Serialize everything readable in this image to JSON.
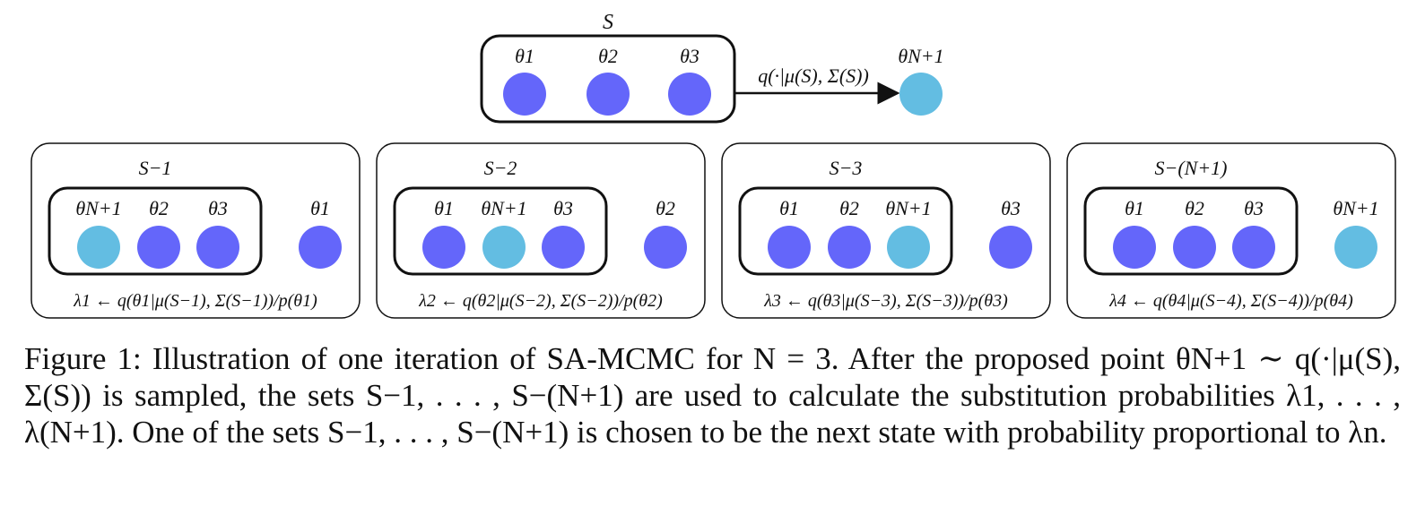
{
  "colors": {
    "dark": "#6466fa",
    "light": "#63bde2",
    "stroke": "#111111"
  },
  "top": {
    "set_label": "S",
    "params": [
      "θ1",
      "θ2",
      "θ3"
    ],
    "proposal_label": "q(·|μ(S), Σ(S))",
    "proposed_label": "θN+1"
  },
  "panels": [
    {
      "set_label": "S−1",
      "inner": [
        "θN+1",
        "θ2",
        "θ3"
      ],
      "inner_colors": [
        "light",
        "dark",
        "dark"
      ],
      "outer": "θ1",
      "outer_color": "dark",
      "formula": "λ1 ← q(θ1|μ(S−1), Σ(S−1))/p(θ1)"
    },
    {
      "set_label": "S−2",
      "inner": [
        "θ1",
        "θN+1",
        "θ3"
      ],
      "inner_colors": [
        "dark",
        "light",
        "dark"
      ],
      "outer": "θ2",
      "outer_color": "dark",
      "formula": "λ2 ← q(θ2|μ(S−2), Σ(S−2))/p(θ2)"
    },
    {
      "set_label": "S−3",
      "inner": [
        "θ1",
        "θ2",
        "θN+1"
      ],
      "inner_colors": [
        "dark",
        "dark",
        "light"
      ],
      "outer": "θ3",
      "outer_color": "dark",
      "formula": "λ3 ← q(θ3|μ(S−3), Σ(S−3))/p(θ3)"
    },
    {
      "set_label": "S−(N+1)",
      "inner": [
        "θ1",
        "θ2",
        "θ3"
      ],
      "inner_colors": [
        "dark",
        "dark",
        "dark"
      ],
      "outer": "θN+1",
      "outer_color": "light",
      "formula": "λ4 ← q(θ4|μ(S−4), Σ(S−4))/p(θ4)"
    }
  ],
  "caption": {
    "text": "Figure 1: Illustration of one iteration of SA-MCMC for N = 3. After the proposed point θN+1 ∼ q(·|μ(S), Σ(S)) is sampled, the sets S−1, . . . , S−(N+1) are used to calculate the substitution probabilities λ1, . . . , λ(N+1). One of the sets S−1, . . . , S−(N+1) is chosen to be the next state with probability proportional to λn."
  }
}
